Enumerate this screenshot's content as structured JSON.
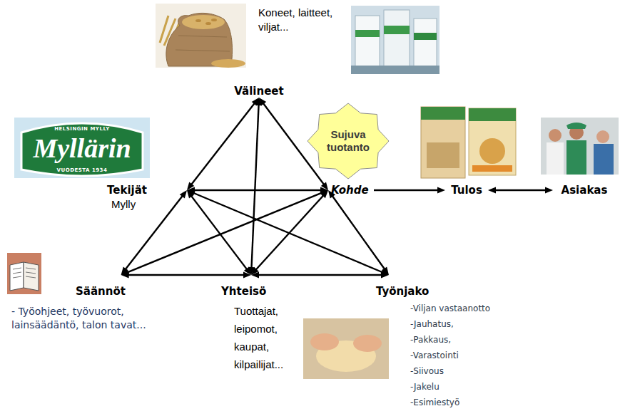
{
  "diagram": {
    "nodes": [
      {
        "text": [
          "Välineet"
        ]
      },
      {
        "text": [
          "Sujuva tuotanto"
        ]
      },
      {
        "text": [
          "Tekijät",
          "Mylly"
        ]
      },
      {
        "text": [
          "Kohde"
        ]
      },
      {
        "text": [
          "Tulos"
        ]
      },
      {
        "text": [
          "Asiakas"
        ]
      },
      {
        "text": [
          "Säännöt",
          "- Työohjeet, työvuorot, lainsäädäntö, talon tavat..."
        ]
      },
      {
        "text": [
          "Yhteisö",
          "Tuottajat, leipomot, kaupat, kilpailijat..."
        ]
      },
      {
        "text": [
          "Työnjako",
          "-Viljan vastaanotto",
          "-Jauhatus,",
          "-Pakkaus,",
          "-Varastointi",
          "-Siivous",
          "-Jakelu",
          "-Esimiestyö"
        ]
      }
    ],
    "edges": [
      {
        "from": 0,
        "to": 2,
        "arrow": "both"
      },
      {
        "from": 0,
        "to": 3,
        "arrow": "both"
      },
      {
        "from": 0,
        "to": 7,
        "arrow": "both"
      },
      {
        "from": 2,
        "to": 3,
        "arrow": "both"
      },
      {
        "from": 2,
        "to": 6,
        "arrow": "both"
      },
      {
        "from": 2,
        "to": 7,
        "arrow": "both"
      },
      {
        "from": 2,
        "to": 8,
        "arrow": "both"
      },
      {
        "from": 3,
        "to": 6,
        "arrow": "both"
      },
      {
        "from": 3,
        "to": 7,
        "arrow": "both"
      },
      {
        "from": 3,
        "to": 8,
        "arrow": "both"
      },
      {
        "from": 6,
        "to": 7,
        "arrow": "both"
      },
      {
        "from": 7,
        "to": 8,
        "arrow": "both"
      },
      {
        "from": 3,
        "to": 4,
        "arrow": "to"
      },
      {
        "from": 4,
        "to": 5,
        "arrow": "both"
      }
    ],
    "labels": [
      "Koneet, laitteet, viljat...",
      "HELSINGIN MYLLY",
      "Myllärin",
      "VUODESTA 1934"
    ]
  }
}
